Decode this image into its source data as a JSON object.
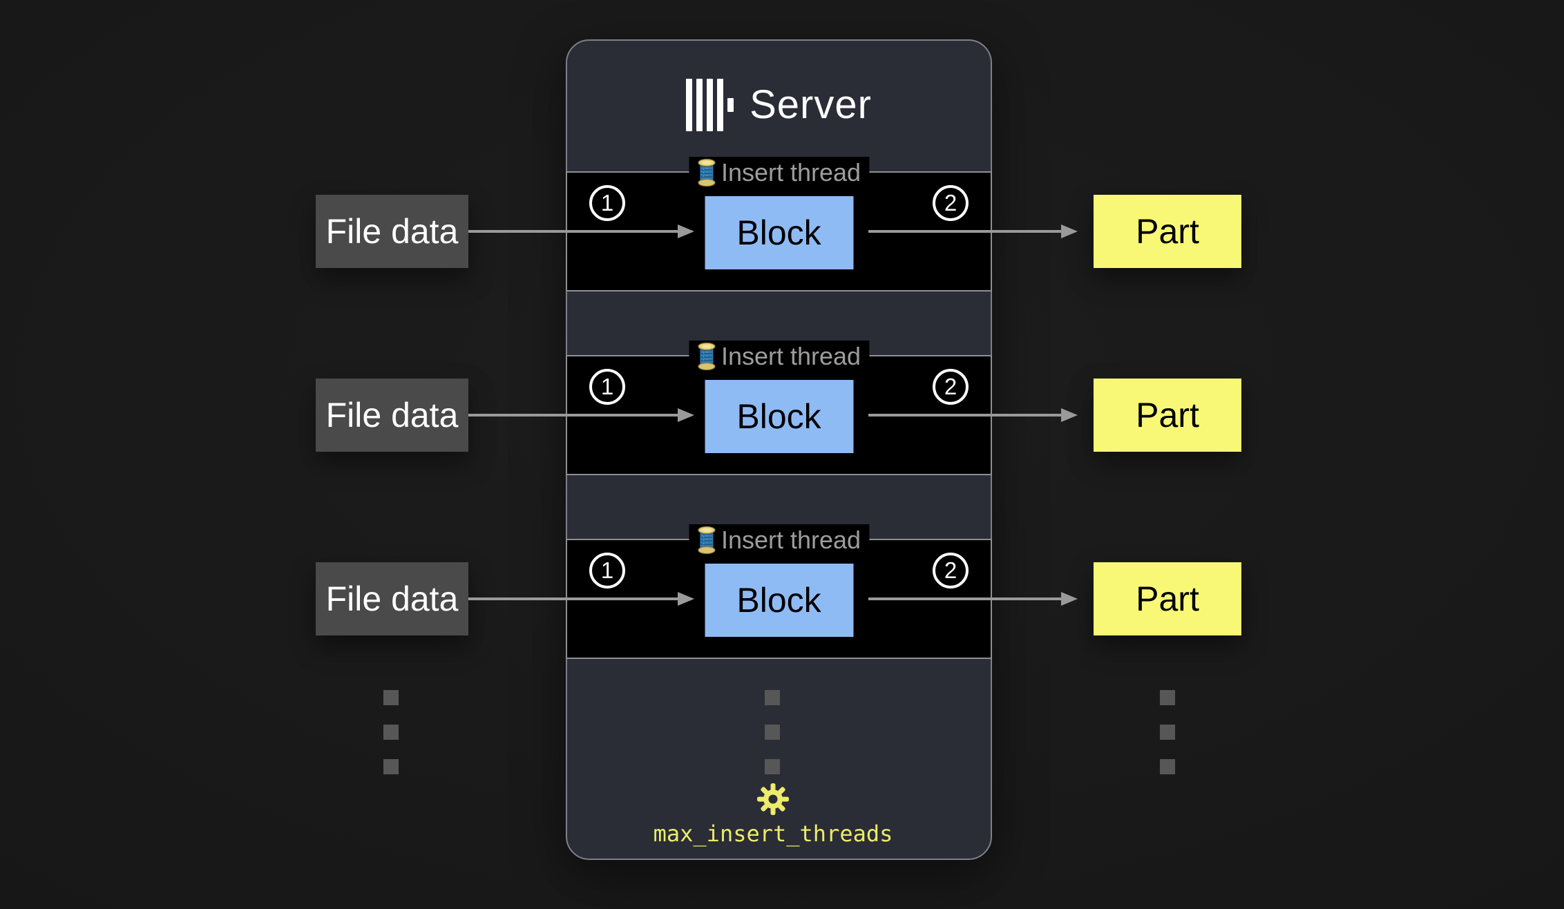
{
  "server": {
    "title": "Server",
    "logo_icon": "clickhouse-bars-logo",
    "setting": {
      "icon": "gear-icon",
      "label": "max_insert_threads",
      "color": "#edeb6b"
    }
  },
  "rows": [
    {
      "source": "File data",
      "thread_icon": "thread-spool",
      "thread_label": "Insert thread",
      "step_in": "1",
      "block": "Block",
      "step_out": "2",
      "output": "Part"
    },
    {
      "source": "File data",
      "thread_icon": "thread-spool",
      "thread_label": "Insert thread",
      "step_in": "1",
      "block": "Block",
      "step_out": "2",
      "output": "Part"
    },
    {
      "source": "File data",
      "thread_icon": "thread-spool",
      "thread_label": "Insert thread",
      "step_in": "1",
      "block": "Block",
      "step_out": "2",
      "output": "Part"
    }
  ],
  "ellipsis": {
    "columns": 3,
    "dots_per_column": 3,
    "meaning": "more rows continue"
  },
  "colors": {
    "page_bg": "#181818",
    "server_bg": "#2a2d36",
    "server_border": "#7e8188",
    "row_bg": "#000000",
    "row_border": "#8f9094",
    "source_bg": "#4a4a4a",
    "block_bg": "#8fbbf5",
    "part_bg": "#f8f876",
    "arrow": "#9a9a9a",
    "thread_label_text": "#9d9d9d",
    "setting_yellow": "#edeb6b",
    "title_text": "#ffffff"
  }
}
